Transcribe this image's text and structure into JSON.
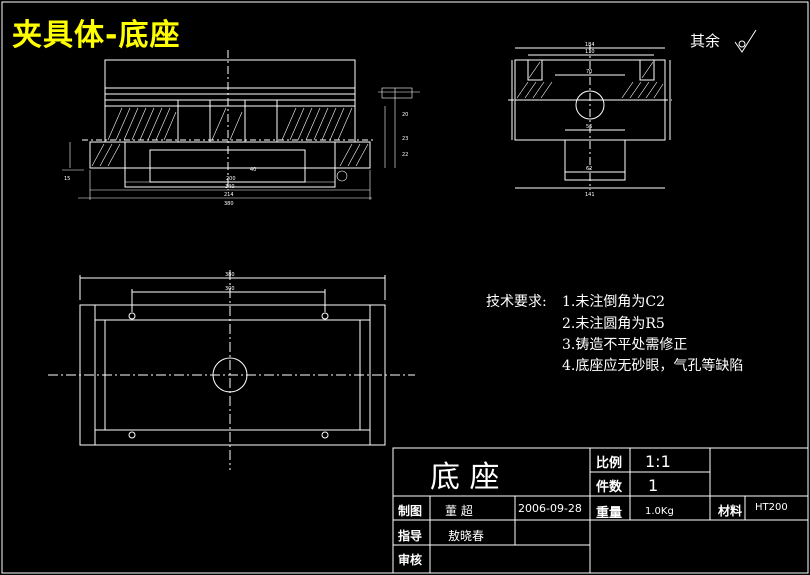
{
  "drawing_title": "夹具体-底座",
  "surface_note": "其余",
  "requirements": {
    "heading": "技术要求:",
    "items": [
      "1.未注倒角为C2",
      "2.未注圆角为R5",
      "3.铸造不平处需修正",
      "4.底座应无砂眼，气孔等缺陷"
    ]
  },
  "title_block": {
    "part_name": "底 座",
    "scale_label": "比例",
    "scale_value": "1:1",
    "qty_label": "件数",
    "qty_value": "1",
    "drawn_label": "制图",
    "drawn_by": "董 超",
    "date": "2006-09-28",
    "weight_label": "重量",
    "weight_value": "1.0Kg",
    "material_label": "材料",
    "material_value": "HT200",
    "guide_label": "指导",
    "guide_by": "敖晓春",
    "review_label": "审核"
  },
  "dimensions": {
    "front": [
      "340",
      "200",
      "214",
      "40",
      "380",
      "20",
      "23",
      "22",
      "15"
    ],
    "side": [
      "184",
      "110",
      "70",
      "56",
      "62",
      "141"
    ],
    "plan": [
      "380",
      "300"
    ]
  },
  "colors": {
    "line": "#ffffff",
    "title": "#ffff00",
    "dim": "#ffffff",
    "background": "#000000"
  }
}
